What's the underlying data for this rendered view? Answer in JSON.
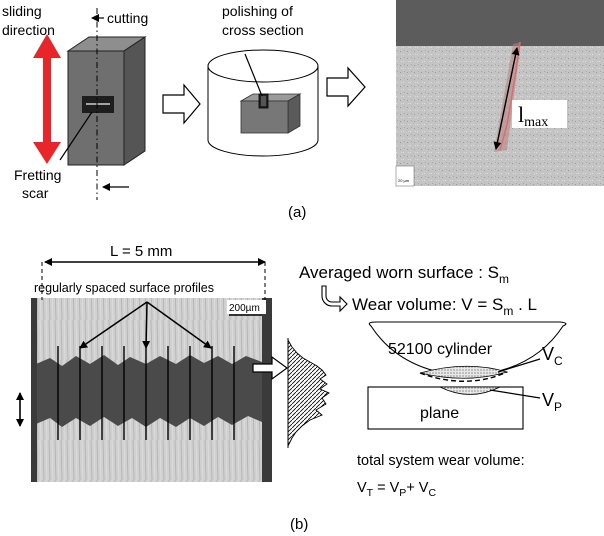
{
  "panel_a": {
    "caption": "(a)",
    "sliding_label_1": "sliding",
    "sliding_label_2": "direction",
    "cutting_label": "cutting",
    "fretting_label_1": "Fretting",
    "fretting_label_2": "scar",
    "polishing_label_1": "polishing of",
    "polishing_label_2": "cross section",
    "lmax_main": "l",
    "lmax_sub": "max",
    "micro_scale": "20 µm",
    "colors": {
      "arrow": "#e8262a",
      "micro_bg": "#c8c8c8",
      "micro_top": "#5c5c5c"
    }
  },
  "panel_b": {
    "caption": "(b)",
    "length_label": "L = 5 mm",
    "profiles_label": "regularly spaced surface profiles",
    "scale_label": "200µm",
    "averaged_label": "Averaged worn surface : S",
    "averaged_sub": "m",
    "wear_prefix": "Wear volume: V = S",
    "wear_sub": "m",
    "wear_suffix": " . L",
    "cylinder_label": "52100 cylinder",
    "vc_main": "V",
    "vc_sub": "C",
    "plane_label": "plane",
    "vp_main": "V",
    "vp_sub": "P",
    "total_label": "total system wear volume:",
    "vt_v1": "V",
    "vt_s1": "T",
    "vt_eq": " = V",
    "vt_s2": "P",
    "vt_plus": "+ V",
    "vt_s3": "C"
  }
}
